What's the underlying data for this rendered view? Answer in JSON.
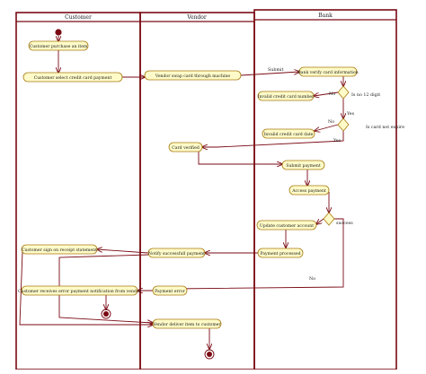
{
  "colors": {
    "lane": "#7a0a14",
    "node_fill": "#fefbc8",
    "node_stroke": "#a87a10",
    "arrow": "#7a0a14",
    "start": "#7a0a14",
    "text": "#1a1a1a"
  },
  "lanes": [
    {
      "id": "customer",
      "title": "Customer"
    },
    {
      "id": "vendor",
      "title": "Vendor"
    },
    {
      "id": "bank",
      "title": "Bank"
    }
  ],
  "actions": [
    {
      "id": "purchase",
      "label": "Customer purchase an item"
    },
    {
      "id": "select_card",
      "label": "Customer select credit card payment"
    },
    {
      "id": "swap_card",
      "label": "Vendor swap card through machine"
    },
    {
      "id": "verify",
      "label": "Bank verify card information"
    },
    {
      "id": "invalid_number",
      "label": "Invalid credit card number"
    },
    {
      "id": "invalid_date",
      "label": "Invalid credit card date"
    },
    {
      "id": "card_verified",
      "label": "Card verified"
    },
    {
      "id": "submit_payment",
      "label": "Submit payment"
    },
    {
      "id": "access_payment",
      "label": "Access payment"
    },
    {
      "id": "update_account",
      "label": "Update customer account"
    },
    {
      "id": "payment_processed",
      "label": "Payment processed"
    },
    {
      "id": "notify_success",
      "label": "Notify successfull payment"
    },
    {
      "id": "sign_receipt",
      "label": "Customer sign on receipt statement"
    },
    {
      "id": "payment_error",
      "label": "Payment error"
    },
    {
      "id": "receive_error",
      "label": "Customer receives error payment notification from vendor"
    },
    {
      "id": "deliver_item",
      "label": "Vendor deliver item to customer"
    }
  ],
  "edge_labels": {
    "submit": "Submit",
    "no1": "No",
    "is_no_12_digit": "Is no 12 digit",
    "yes1": "Yes",
    "no2": "No",
    "is_card_not_expire": "Is card not expire",
    "yes2": "Yes",
    "success": "success",
    "no3": "No"
  }
}
